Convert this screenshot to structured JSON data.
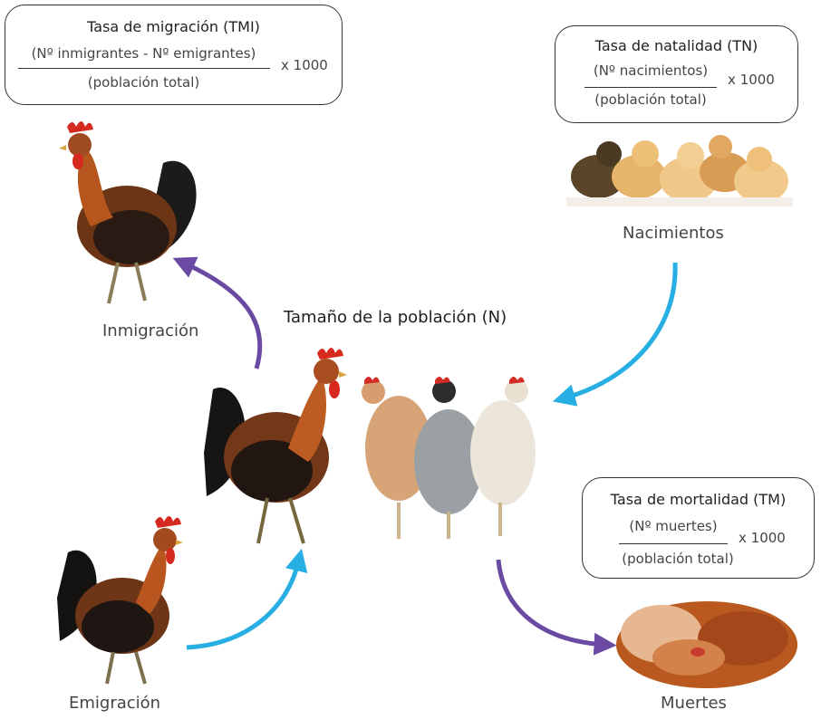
{
  "migration_box": {
    "title": "Tasa de migración (TMI)",
    "numerator": "(Nº inmigrantes - Nº emigrantes)",
    "denominator": "(población total)",
    "multiplier": "x 1000"
  },
  "birth_box": {
    "title": "Tasa de natalidad (TN)",
    "numerator": "(Nº nacimientos)",
    "denominator": "(población total)",
    "multiplier": "x 1000"
  },
  "death_box": {
    "title": "Tasa de mortalidad (TM)",
    "numerator": "(Nº muertes)",
    "denominator": "(población total)",
    "multiplier": "x 1000"
  },
  "labels": {
    "center": "Tamaño de la población (N)",
    "immigration": "Inmigración",
    "births": "Nacimientos",
    "emigration": "Emigración",
    "deaths": "Muertes"
  },
  "colors": {
    "purple_arrow": "#6a4aa3",
    "blue_arrow": "#27aee3"
  }
}
